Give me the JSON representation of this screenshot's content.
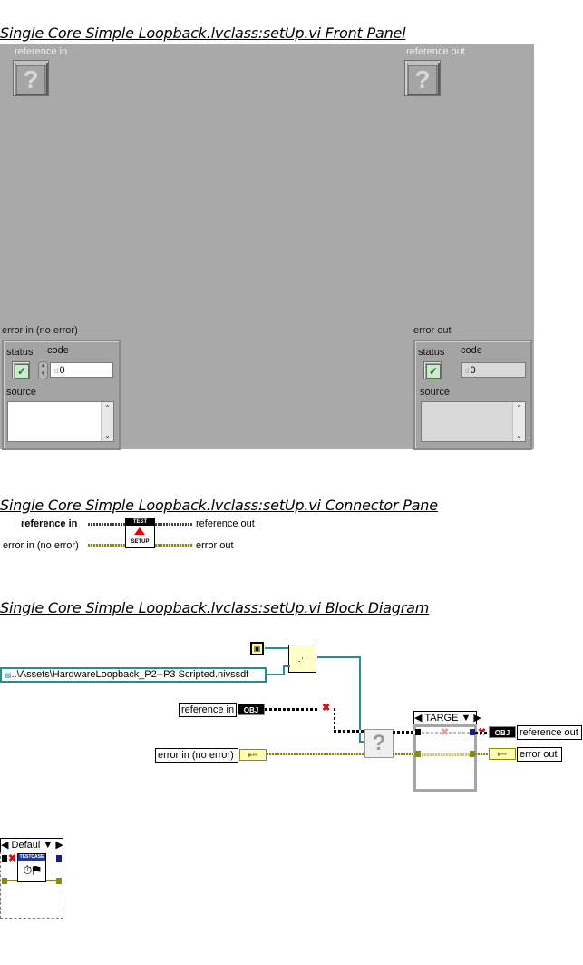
{
  "front_panel": {
    "title": "Single Core Simple Loopback.lvclass:setUp.vi Front Panel",
    "reference_in": {
      "label": "reference in",
      "icon": "question-mark-icon"
    },
    "reference_out": {
      "label": "reference out",
      "icon": "question-mark-icon"
    },
    "error_in": {
      "label": "error in (no error)",
      "status_label": "status",
      "code_label": "code",
      "code_value": "0",
      "source_label": "source",
      "source_value": ""
    },
    "error_out": {
      "label": "error out",
      "status_label": "status",
      "code_label": "code",
      "code_value": "0",
      "source_label": "source",
      "source_value": ""
    }
  },
  "connector_pane": {
    "title": "Single Core Simple Loopback.lvclass:setUp.vi Connector Pane",
    "inputs": [
      "reference in",
      "error in (no error)"
    ],
    "outputs": [
      "reference out",
      "error out"
    ],
    "icon_banner": "TEST",
    "icon_text": "SETUP"
  },
  "block_diagram": {
    "title": "Single Core Simple Loopback.lvclass:setUp.vi Block Diagram",
    "path_constant": "..\\Assets\\HardwareLoopback_P2--P3 Scripted.nivssdf",
    "reference_in_terminal": "reference in",
    "error_in_terminal": "error in (no error)",
    "reference_out_terminal": "reference out",
    "error_out_terminal": "error out",
    "obj_chip": "OBJ",
    "case_selector": "TARGE",
    "default_case_selector": "Defaul",
    "subvi_banner": "TESTCASE"
  },
  "colors": {
    "panel_bg": "#a9a9a9",
    "path_wire": "#2c8c8c",
    "error_wire": "#8c8c00",
    "error_chip_bg": "#fefeb6"
  }
}
